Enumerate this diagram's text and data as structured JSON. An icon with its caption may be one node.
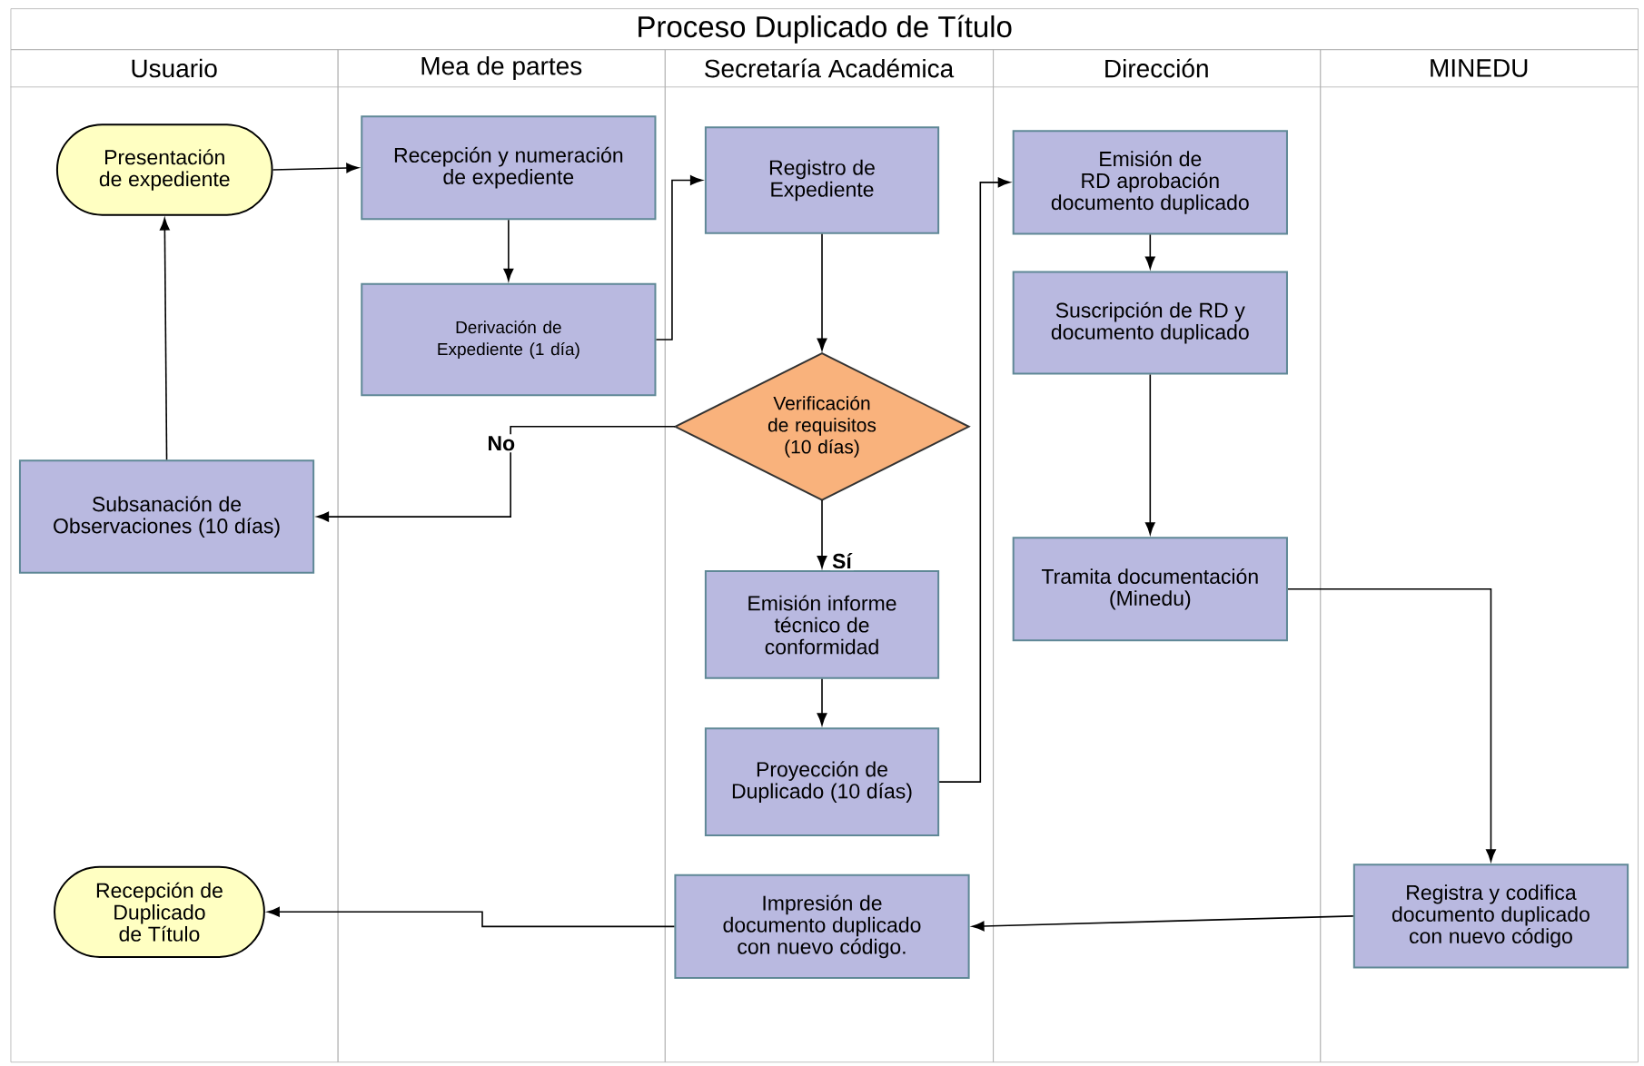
{
  "diagram": {
    "title": "Proceso Duplicado de Título",
    "nodes": [
      {
        "text": [
          "Usuario"
        ]
      },
      {
        "text": [
          "Mea de partes"
        ]
      },
      {
        "text": [
          "Secretaría Académica"
        ]
      },
      {
        "text": [
          "Dirección"
        ]
      },
      {
        "text": [
          "MINEDU"
        ]
      },
      {
        "text": [
          "Presentación de expediente"
        ],
        "in": 0
      },
      {
        "text": [
          "Recepción y numeración de expediente"
        ],
        "in": 1
      },
      {
        "text": [
          "Derivación de Expediente (1 día)"
        ],
        "in": 1
      },
      {
        "text": [
          "Registro de Expediente"
        ],
        "in": 2
      },
      {
        "text": [
          "Verificación de requisitos (10 días)"
        ],
        "in": 2
      },
      {
        "text": [
          "Subsanación de Observaciones (10 días)"
        ],
        "in": 0
      },
      {
        "text": [
          "Emisión informe técnico de conformidad"
        ],
        "in": 2
      },
      {
        "text": [
          "Proyección de Duplicado (10 días)"
        ],
        "in": 2
      },
      {
        "text": [
          "Emisión de RD aprobación documento duplicado"
        ],
        "in": 3
      },
      {
        "text": [
          "Suscripción de RD y documento duplicado"
        ],
        "in": 3
      },
      {
        "text": [
          "Tramita documentación (Minedu)"
        ],
        "in": 3
      },
      {
        "text": [
          "Registra y codifica documento duplicado con nuevo código"
        ],
        "in": 4
      },
      {
        "text": [
          "Impresión de documento duplicado con nuevo código."
        ],
        "in": 2
      },
      {
        "text": [
          "Recepción de Duplicado de Título"
        ],
        "in": 0
      }
    ],
    "edges": [
      {
        "from": 5,
        "to": 6,
        "arrow": "to"
      },
      {
        "from": 6,
        "to": 7,
        "arrow": "to"
      },
      {
        "from": 7,
        "to": 8,
        "arrow": "to"
      },
      {
        "from": 8,
        "to": 9,
        "arrow": "to"
      },
      {
        "from": 9,
        "to": 10,
        "arrow": "to",
        "label": "No"
      },
      {
        "from": 10,
        "to": 5,
        "arrow": "to"
      },
      {
        "from": 9,
        "to": 11,
        "arrow": "to",
        "label": "Sí"
      },
      {
        "from": 11,
        "to": 12,
        "arrow": "to"
      },
      {
        "from": 12,
        "to": 13,
        "arrow": "to"
      },
      {
        "from": 13,
        "to": 14,
        "arrow": "to"
      },
      {
        "from": 14,
        "to": 15,
        "arrow": "to"
      },
      {
        "from": 15,
        "to": 16,
        "arrow": "to"
      },
      {
        "from": 16,
        "to": 17,
        "arrow": "to"
      },
      {
        "from": 17,
        "to": 18,
        "arrow": "to"
      }
    ]
  }
}
